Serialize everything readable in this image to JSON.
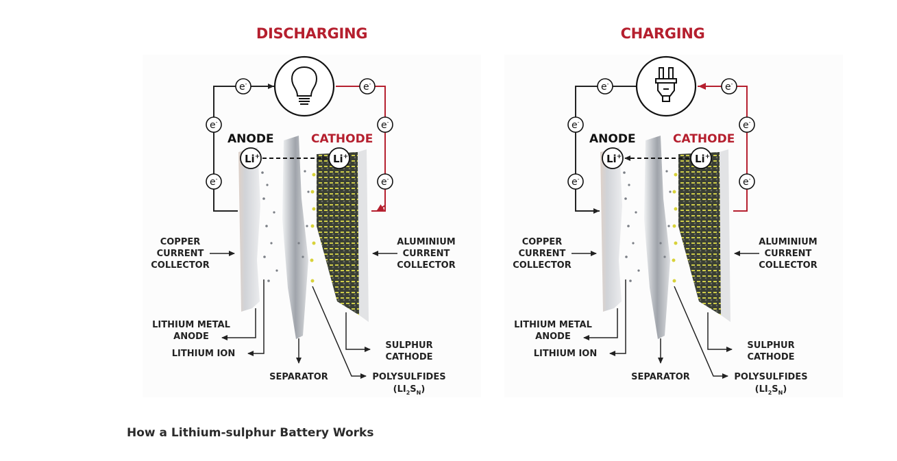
{
  "caption": "How a Lithium-sulphur Battery Works",
  "colors": {
    "accent_red": "#b51f2e",
    "line_black": "#222222",
    "sulphur_yellow": "#d8d23a"
  },
  "panels": [
    {
      "id": "discharging",
      "title": "DISCHARGING",
      "device_icon": "lightbulb-icon",
      "ion_flow": "anode-to-cathode",
      "electron_flow": "anode-to-cathode-through-load",
      "electron_label": "e",
      "electron_sup": "-",
      "ion_label": "Li",
      "ion_sup": "+",
      "anode_label": "ANODE",
      "cathode_label": "CATHODE",
      "labels": {
        "copper": [
          "COPPER",
          "CURRENT",
          "COLLECTOR"
        ],
        "aluminium": [
          "ALUMINIUM",
          "CURRENT",
          "COLLECTOR"
        ],
        "lithium_metal": [
          "LITHIUM METAL",
          "ANODE"
        ],
        "lithium_ion": "LITHIUM ION",
        "separator": "SEPARATOR",
        "sulphur": [
          "SULPHUR",
          "CATHODE"
        ],
        "polysulfides": "POLYSULFIDES",
        "formula": {
          "a": "(LI",
          "b": "2",
          "c": "S",
          "d": "N",
          "e": ")"
        }
      }
    },
    {
      "id": "charging",
      "title": "CHARGING",
      "device_icon": "plug-icon",
      "ion_flow": "cathode-to-anode",
      "electron_flow": "cathode-to-anode-through-charger",
      "electron_label": "e",
      "electron_sup": "-",
      "ion_label": "Li",
      "ion_sup": "+",
      "anode_label": "ANODE",
      "cathode_label": "CATHODE",
      "labels": {
        "copper": [
          "COPPER",
          "CURRENT",
          "COLLECTOR"
        ],
        "aluminium": [
          "ALUMINIUM",
          "CURRENT",
          "COLLECTOR"
        ],
        "lithium_metal": [
          "LITHIUM METAL",
          "ANODE"
        ],
        "lithium_ion": "LITHIUM ION",
        "separator": "SEPARATOR",
        "sulphur": [
          "SULPHUR",
          "CATHODE"
        ],
        "polysulfides": "POLYSULFIDES",
        "formula": {
          "a": "(LI",
          "b": "2",
          "c": "S",
          "d": "N",
          "e": ")"
        }
      }
    }
  ]
}
